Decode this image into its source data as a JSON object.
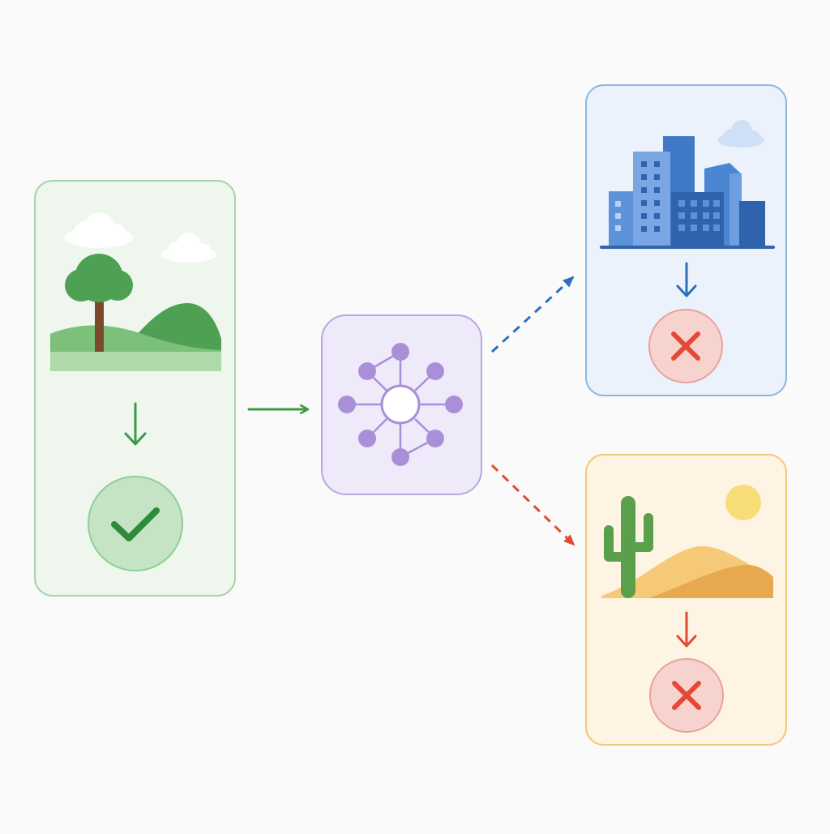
{
  "diagram": {
    "nodes": [
      {
        "id": "source-panel",
        "scene": "park-landscape",
        "icon": "checkmark-icon",
        "outcome": "success"
      },
      {
        "id": "model-node",
        "icon": "network-hub-icon"
      },
      {
        "id": "target-panel-city",
        "scene": "city-skyline",
        "icon": "cross-icon",
        "outcome": "failure"
      },
      {
        "id": "target-panel-desert",
        "scene": "desert-landscape",
        "icon": "cross-icon",
        "outcome": "failure"
      }
    ],
    "edges": [
      {
        "from": "source-panel",
        "to": "model-node",
        "style": "solid"
      },
      {
        "from": "model-node",
        "to": "target-panel-city",
        "style": "dashed"
      },
      {
        "from": "model-node",
        "to": "target-panel-desert",
        "style": "dashed"
      }
    ]
  },
  "colors": {
    "background": "#fafafa",
    "green_panel_fill": "#eef6ee",
    "green_panel_border": "#a5d4a8",
    "green_accent": "#3e9a45",
    "green_light": "#c5e4c6",
    "tree_trunk": "#7a4a2a",
    "purple_fill": "#efeafa",
    "purple_border": "#b7a7e2",
    "purple_node": "#a98fd8",
    "blue_panel_fill": "#ebf2fc",
    "blue_panel_border": "#8fb6e4",
    "blue_accent": "#2f6fba",
    "blue_building_light": "#7aa6e4",
    "blue_building_mid": "#4a86d2",
    "blue_building_dark": "#2f63ad",
    "orange_panel_fill": "#fdf4e4",
    "orange_panel_border": "#f0c97a",
    "red_accent": "#e24a35",
    "red_circle_fill": "#f7d3d0",
    "red_circle_border": "#eaa19a",
    "sand_light": "#f5c978",
    "sand_dark": "#e8a94e",
    "cactus": "#5a9f4a",
    "sun": "#f8dc78",
    "cloud": "#ffffff",
    "cloud_blue": "#cfe0f6"
  }
}
